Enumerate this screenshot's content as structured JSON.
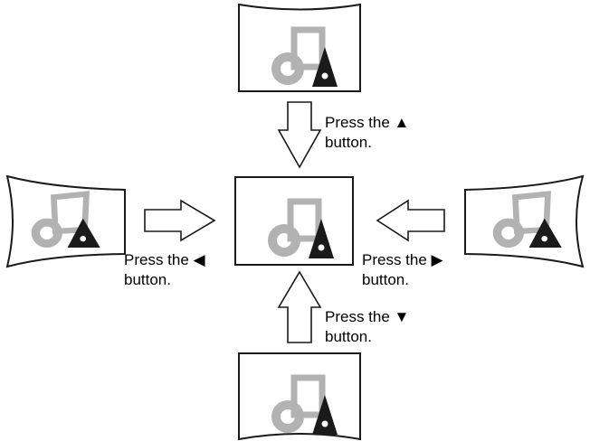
{
  "labels": {
    "top": {
      "line1": "Press the ▲",
      "line2": "button."
    },
    "left": {
      "line1": "Press the ◀",
      "line2": "button."
    },
    "right": {
      "line1": "Press the ▶",
      "line2": "button."
    },
    "bottom": {
      "line1": "Press the ▼",
      "line2": "button."
    }
  },
  "icons": {
    "screen_shape": "square-over-ring-with-triangle",
    "arrow": "hollow-block-arrow"
  },
  "colors": {
    "outline": "#1a1a1a",
    "shape_gray": "#b2b2b2",
    "triangle": "#1a1a1a",
    "background": "#ffffff"
  }
}
